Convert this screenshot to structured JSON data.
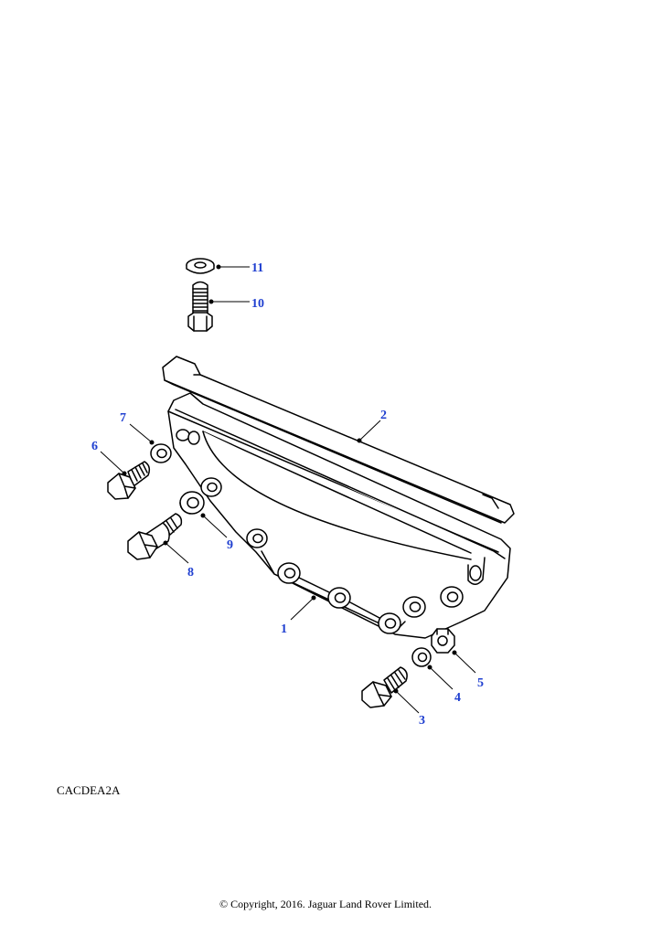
{
  "callouts": {
    "c1": "1",
    "c2": "2",
    "c3": "3",
    "c4": "4",
    "c5": "5",
    "c6": "6",
    "c7": "7",
    "c8": "8",
    "c9": "9",
    "c10": "10",
    "c11": "11"
  },
  "colors": {
    "callout": "#1f3fd0",
    "line": "#000000",
    "fill": "#ffffff"
  },
  "reference_code": "CACDEA2A",
  "copyright": "© Copyright, 2016. Jaguar Land Rover Limited."
}
